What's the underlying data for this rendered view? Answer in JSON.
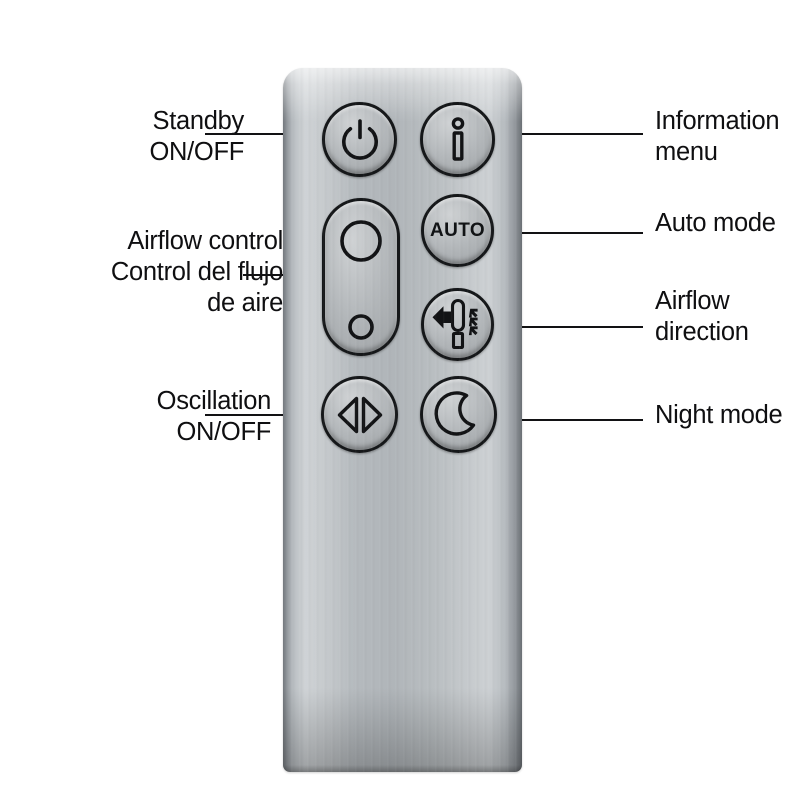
{
  "diagram": {
    "title": "Fan remote control button reference",
    "device": "handheld remote control",
    "body_color": "#b8bcc0",
    "button_color": "#a9adb0",
    "outline_color": "#151719",
    "line_color": "#121214",
    "background": "#ffffff"
  },
  "callouts": {
    "left": [
      {
        "key": "standby",
        "text": "Standby\nON/OFF",
        "target": "power-button",
        "icon": "power-icon"
      },
      {
        "key": "airflow_control",
        "text": "Airflow control\nControl del flujo\nde aire",
        "target": "airflow-control-pill",
        "icon": "airflow-speed-icon"
      },
      {
        "key": "oscillation",
        "text": "Oscillation\nON/OFF",
        "target": "oscillation-button",
        "icon": "oscillation-icon"
      }
    ],
    "right": [
      {
        "key": "information_menu",
        "text": "Information\nmenu",
        "target": "information-button",
        "icon": "information-icon"
      },
      {
        "key": "auto_mode",
        "text": "Auto mode",
        "target": "auto-button",
        "icon": "auto-label"
      },
      {
        "key": "airflow_direction",
        "text": "Airflow\ndirection",
        "target": "airflow-direction-button",
        "icon": "airflow-direction-icon"
      },
      {
        "key": "night_mode",
        "text": "Night mode",
        "target": "night-mode-button",
        "icon": "moon-icon"
      }
    ]
  },
  "buttons": {
    "power": {
      "name": "power-button",
      "icon": "power-icon",
      "label": ""
    },
    "information": {
      "name": "information-button",
      "icon": "information-icon",
      "label": ""
    },
    "airflow_control": {
      "name": "airflow-control-pill",
      "icon_increase": "large-circle-icon",
      "icon_decrease": "small-circle-icon",
      "label": ""
    },
    "auto": {
      "name": "auto-button",
      "icon": "auto-label",
      "label": "AUTO"
    },
    "airflow_direction": {
      "name": "airflow-direction-button",
      "icon": "airflow-direction-icon",
      "label": ""
    },
    "oscillation": {
      "name": "oscillation-button",
      "icon": "oscillation-icon",
      "label": ""
    },
    "night_mode": {
      "name": "night-mode-button",
      "icon": "moon-icon",
      "label": ""
    }
  }
}
